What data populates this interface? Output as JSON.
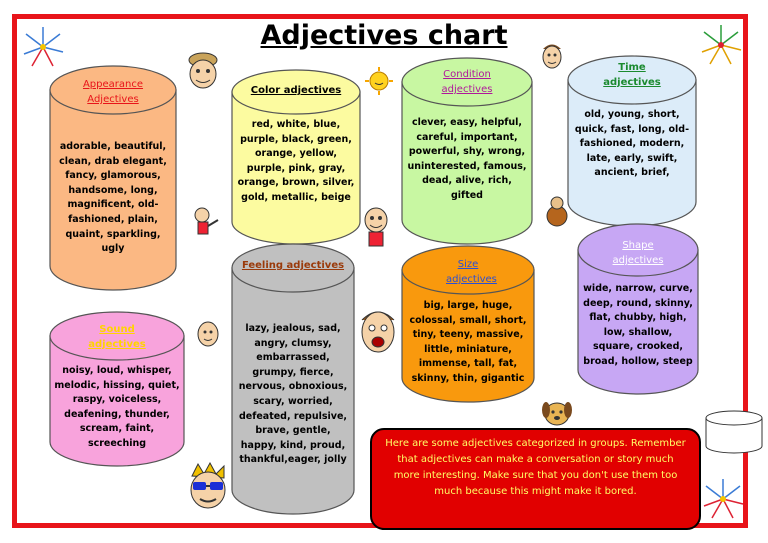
{
  "title": "Adjectives chart",
  "note": "Here are some adjectives categorized in groups. Remember that adjectives can make a conversation or story much more interesting. Make sure that you don't use them too much because this might make it bored.",
  "cylinders": {
    "appearance": {
      "label": "Appearance Adjectives",
      "words": "adorable, beautiful, clean, drab elegant, fancy, glamorous, handsome, long, magnificent, old-fashioned, plain, quaint, sparkling, ugly",
      "fill": "#fbb883",
      "label_color": "#e8141a"
    },
    "color": {
      "label": "Color adjectives",
      "words": "red, white, blue, purple, black, green, orange, yellow, purple, pink, gray, orange, brown, silver, gold, metallic, beige",
      "fill": "#fcfba0",
      "label_color": "#000000"
    },
    "condition": {
      "label": "Condition adjectives",
      "words": "clever, easy, helpful, careful, important, powerful, shy, wrong, uninterested, famous, dead, alive, rich, gifted",
      "fill": "#c8f7a2",
      "label_color": "#b0189b"
    },
    "time": {
      "label": "Time adjectives",
      "words": "old, young, short, quick, fast, long, old-fashioned, modern, late, early, swift, ancient, brief,",
      "fill": "#dcecf9",
      "label_color": "#1b8a2f"
    },
    "feeling": {
      "label": "Feeling adjectives",
      "words": "lazy, jealous, sad, angry, clumsy, embarrassed, grumpy, fierce, nervous, obnoxious, scary, worried, defeated, repulsive, brave, gentle, happy, kind, proud, thankful,eager, jolly",
      "fill": "#c0c0c0",
      "label_color": "#9a3a0a"
    },
    "size": {
      "label": "Size adjectives",
      "words": "big, large, huge, colossal, small, short, tiny, teeny, massive, little, miniature, immense, tall, fat, skinny, thin, gigantic",
      "fill": "#f9990d",
      "label_color": "#2a4fd6"
    },
    "shape": {
      "label": "Shape adjectives",
      "words": "wide, narrow, curve, deep, round, skinny, flat, chubby, high, low, shallow, square, crooked, broad, hollow, steep",
      "fill": "#c7a7f4",
      "label_color": "#ffffff"
    },
    "sound": {
      "label": "Sound adjectives",
      "words": "noisy, loud, whisper, melodic, hissing, quiet, raspy, voiceless, deafening, thunder, scream, faint, screeching",
      "fill": "#f8a3dc",
      "label_color": "#ffd400"
    }
  },
  "icons": [
    "firework-icon",
    "face-icon",
    "sun-icon",
    "boy-face-icon",
    "dog-icon"
  ]
}
